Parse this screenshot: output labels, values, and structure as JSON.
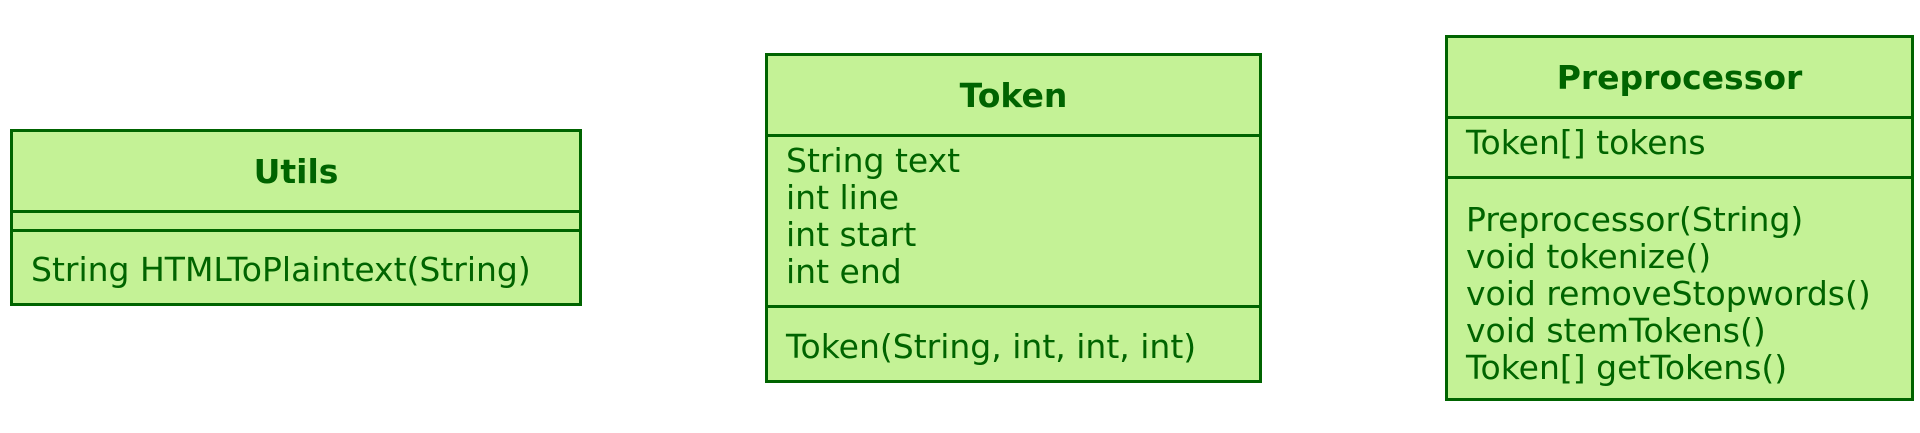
{
  "classes": {
    "utils": {
      "name": "Utils",
      "attributes": [],
      "operations": [
        "String HTMLToPlaintext(String)"
      ]
    },
    "token": {
      "name": "Token",
      "attributes": [
        "String text",
        "int line",
        "int start",
        "int end"
      ],
      "operations": [
        "Token(String, int, int, int)"
      ]
    },
    "preprocessor": {
      "name": "Preprocessor",
      "attributes": [
        "Token[] tokens"
      ],
      "operations": [
        "Preprocessor(String)",
        "void tokenize()",
        "void removeStopwords()",
        "void stemTokens()",
        "Token[] getTokens()"
      ]
    }
  },
  "colors": {
    "fill": "#c4f296",
    "stroke": "#006400",
    "text": "#006400"
  }
}
